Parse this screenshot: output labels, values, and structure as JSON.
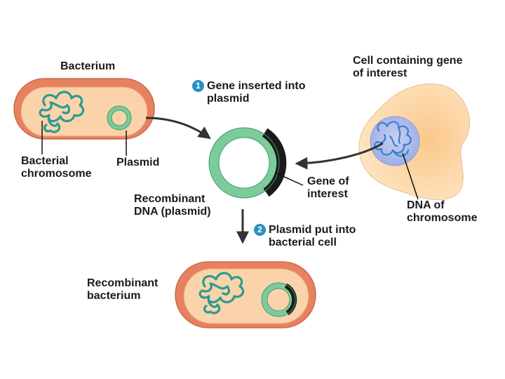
{
  "labels": {
    "bacterium": "Bacterium",
    "bacterial_chromosome_line1": "Bacterial",
    "bacterial_chromosome_line2": "chromosome",
    "plasmid": "Plasmid",
    "cell_line1": "Cell containing gene",
    "cell_line2": "of interest",
    "gene_line1": "Gene of",
    "gene_line2": "interest",
    "dna_line1": "DNA of",
    "dna_line2": "chromosome",
    "recombinant_dna_line1": "Recombinant",
    "recombinant_dna_line2": "DNA (plasmid)",
    "recombinant_bacterium_line1": "Recombinant",
    "recombinant_bacterium_line2": "bacterium"
  },
  "steps": [
    {
      "number": "1",
      "line1": "Gene inserted into",
      "line2": "plasmid"
    },
    {
      "number": "2",
      "line1": "Plasmid put into",
      "line2": "bacterial cell"
    }
  ],
  "colors": {
    "bacterium_outer": "#e8815f",
    "bacterium_inner": "#fbd3aa",
    "plasmid_green": "#7ccb9a",
    "plasmid_outline": "#3f9b73",
    "chromosome_teal": "#2a9c8f",
    "insert_black": "#1a1a1a",
    "cell_fill": "#fdd7a4",
    "nucleus_fill": "#b7c3ee",
    "dna_blue": "#3a7fc9",
    "step_badge": "#2b8fbf"
  }
}
